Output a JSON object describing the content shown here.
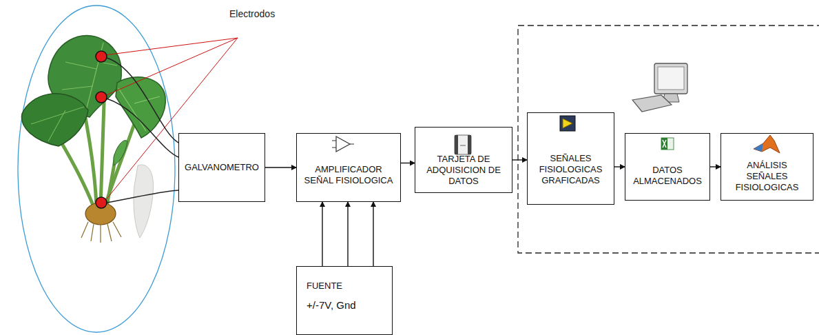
{
  "diagram": {
    "nodes": [
      {
        "text": [
          "GALVANOMETRO"
        ]
      },
      {
        "text": [
          "AMPLIFICADOR SEÑAL FISIOLOGICA"
        ]
      },
      {
        "text": [
          "TARJETA DE ADQUISICION DE DATOS"
        ]
      },
      {
        "text": [
          "SEÑALES FISIOLOGICAS GRAFICADAS"
        ]
      },
      {
        "text": [
          "DATOS ALMACENADOS"
        ]
      },
      {
        "text": [
          "ANÁLISIS SEÑALES FISIOLOGICAS"
        ]
      },
      {
        "text": [
          "FUENTE",
          "+/-7V, Gnd"
        ]
      }
    ],
    "edges": [
      {
        "from": 0,
        "to": 1,
        "arrow": "to"
      },
      {
        "from": 1,
        "to": 2,
        "arrow": "to"
      },
      {
        "from": 2,
        "to": 3,
        "arrow": "to"
      },
      {
        "from": 3,
        "to": 4,
        "arrow": "to"
      },
      {
        "from": 4,
        "to": 5,
        "arrow": "to"
      },
      {
        "from": 6,
        "to": 1,
        "arrow": "to"
      },
      {
        "from": 6,
        "to": 1,
        "arrow": "to"
      },
      {
        "from": 6,
        "to": 1,
        "arrow": "to"
      }
    ],
    "labels": [
      "Electrodos"
    ]
  }
}
